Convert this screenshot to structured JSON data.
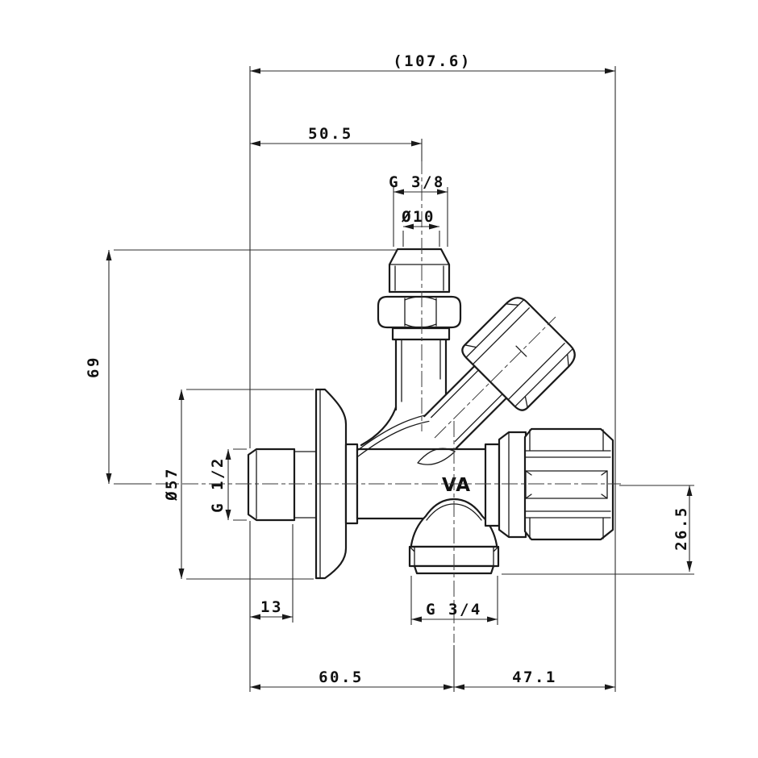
{
  "colors": {
    "line_color": "#1a1a1a",
    "background": "#ffffff"
  },
  "part_mark": "VA",
  "dimensions": {
    "overall_width": "(107.6)",
    "inlet_offset": "50.5",
    "inlet_thread": "G 3/8",
    "inlet_pipe_diameter": "Ø10",
    "inlet_height": "69",
    "flange_diameter": "Ø57",
    "wall_thread": "G 1/2",
    "wall_thread_length": "13",
    "outlet_thread": "G 3/4",
    "outlet_axis_drop": "26.5",
    "span_left": "60.5",
    "span_right": "47.1"
  }
}
